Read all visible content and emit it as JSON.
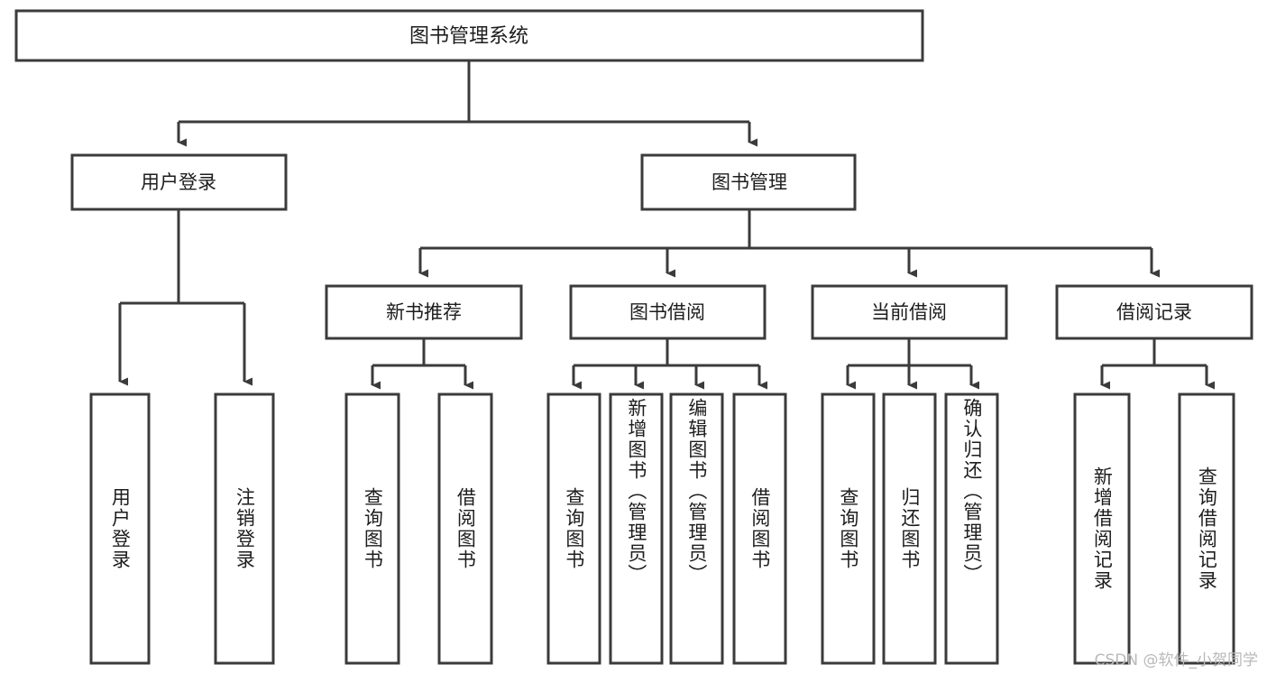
{
  "diagram": {
    "type": "tree-hierarchy",
    "title": "图书管理系统",
    "colors": {
      "box_fill": "#ffffff",
      "box_stroke": "#3b3b3b",
      "text": "#1d1d1d",
      "background": "#ffffff",
      "watermark": "#b9b9b9"
    },
    "root": {
      "label": "图书管理系统"
    },
    "level2": [
      {
        "id": "user-login",
        "label": "用户登录"
      },
      {
        "id": "book-manage",
        "label": "图书管理"
      }
    ],
    "level3": [
      {
        "id": "new-book-recommend",
        "label": "新书推荐",
        "parent": "book-manage"
      },
      {
        "id": "book-borrow",
        "label": "图书借阅",
        "parent": "book-manage"
      },
      {
        "id": "current-borrow",
        "label": "当前借阅",
        "parent": "book-manage"
      },
      {
        "id": "borrow-record",
        "label": "借阅记录",
        "parent": "book-manage"
      }
    ],
    "leaves": {
      "user-login": [
        {
          "id": "leaf-user-login",
          "label": "用户登录"
        },
        {
          "id": "leaf-logout-login",
          "label": "注销登录"
        }
      ],
      "new-book-recommend": [
        {
          "id": "leaf-query-book-1",
          "label": "查询图书"
        },
        {
          "id": "leaf-borrow-book-1",
          "label": "借阅图书"
        }
      ],
      "book-borrow": [
        {
          "id": "leaf-query-book-2",
          "label": "查询图书"
        },
        {
          "id": "leaf-add-book",
          "label": "新增图书（管理员）"
        },
        {
          "id": "leaf-edit-book",
          "label": "编辑图书（管理员）"
        },
        {
          "id": "leaf-borrow-book-2",
          "label": "借阅图书"
        }
      ],
      "current-borrow": [
        {
          "id": "leaf-query-book-3",
          "label": "查询图书"
        },
        {
          "id": "leaf-return-book",
          "label": "归还图书"
        },
        {
          "id": "leaf-confirm-return",
          "label": "确认归还（管理员）"
        }
      ],
      "borrow-record": [
        {
          "id": "leaf-add-record",
          "label": "新增借阅记录"
        },
        {
          "id": "leaf-query-record",
          "label": "查询借阅记录"
        }
      ]
    },
    "watermark": "CSDN @软件_小贺同学"
  }
}
